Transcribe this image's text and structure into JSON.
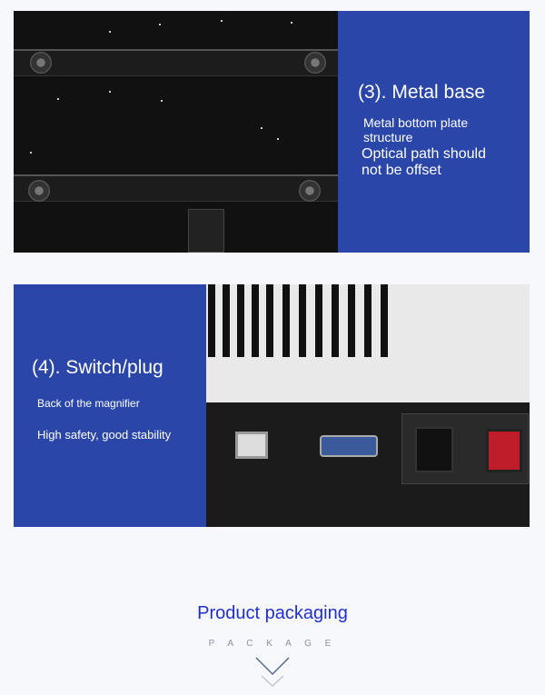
{
  "section3": {
    "title": "(3). Metal base",
    "line1": "Metal bottom plate structure",
    "line2": "Optical path should not be offset"
  },
  "section4": {
    "title": "(4). Switch/plug",
    "line1": "Back of the magnifier",
    "line2": "High safety, good stability"
  },
  "packaging": {
    "title": "Product packaging",
    "subtitle": "P A C K A G E",
    "arrow_icon": "chevron-down-icon"
  },
  "colors": {
    "panel_blue": "#2a46a8",
    "title_blue": "#1f2fd0"
  }
}
